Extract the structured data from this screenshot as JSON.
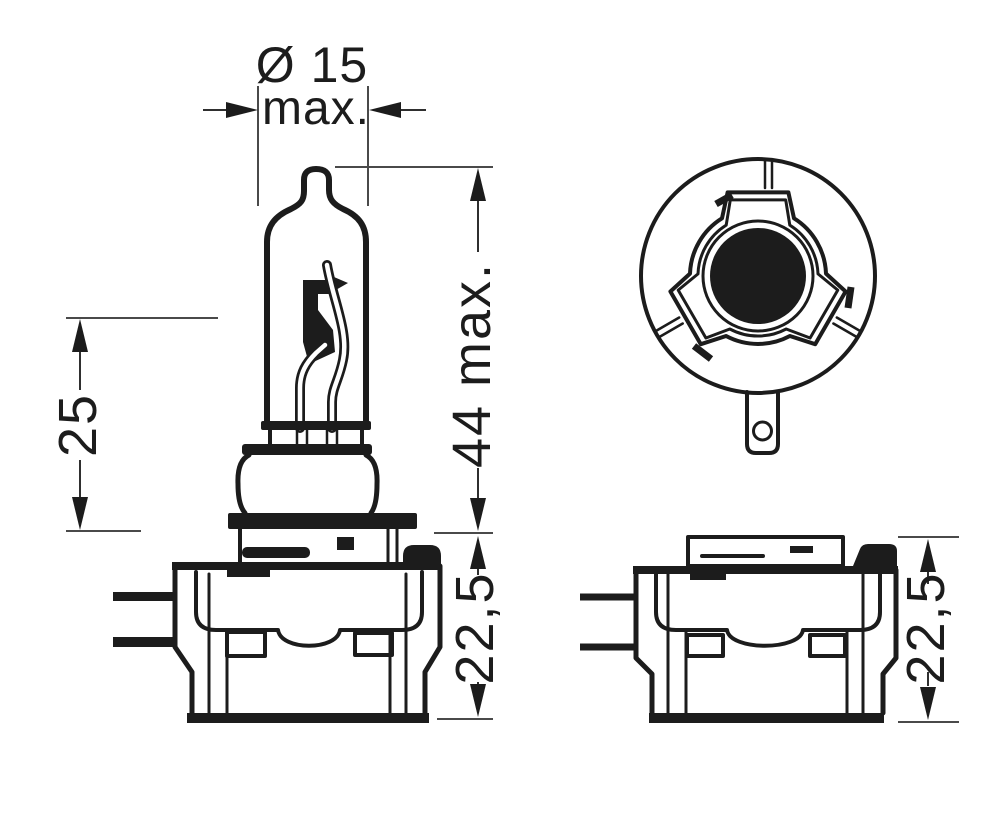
{
  "drawing": {
    "ink_color": "#1c1c1c",
    "background_color": "#ffffff",
    "dimensions": {
      "diameter": {
        "value": "Ø 15",
        "qualifier": "max."
      },
      "overall_length": {
        "label": "44 max."
      },
      "light_center_length": {
        "label": "25"
      },
      "base_height_side_view": {
        "label": "22,5"
      },
      "base_height_front_view": {
        "label": "22,5"
      }
    }
  }
}
